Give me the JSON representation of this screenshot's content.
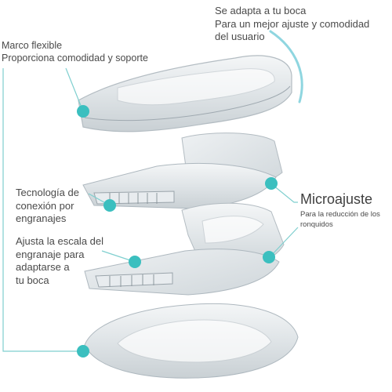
{
  "labels": {
    "top_right": {
      "lines": [
        "Se adapta a tu boca",
        "Para un mejor ajuste y comodidad",
        "del usuario"
      ]
    },
    "marco": {
      "lines": [
        "Marco flexible",
        "Proporciona comodidad y soporte"
      ]
    },
    "tecnologia": {
      "lines": [
        "Tecnología de",
        "conexión por",
        "engranajes"
      ]
    },
    "microajuste": {
      "title": "Microajuste",
      "lines": [
        "Para la reducción de los",
        "ronquidos"
      ]
    },
    "escala": {
      "lines": [
        "Ajusta la escala del",
        "engranaje para",
        "adaptarse a",
        "tu boca"
      ]
    }
  },
  "colors": {
    "accent": "#3bbfbf",
    "leader": "#7fcfcf",
    "arc": "#8fd6e0"
  }
}
